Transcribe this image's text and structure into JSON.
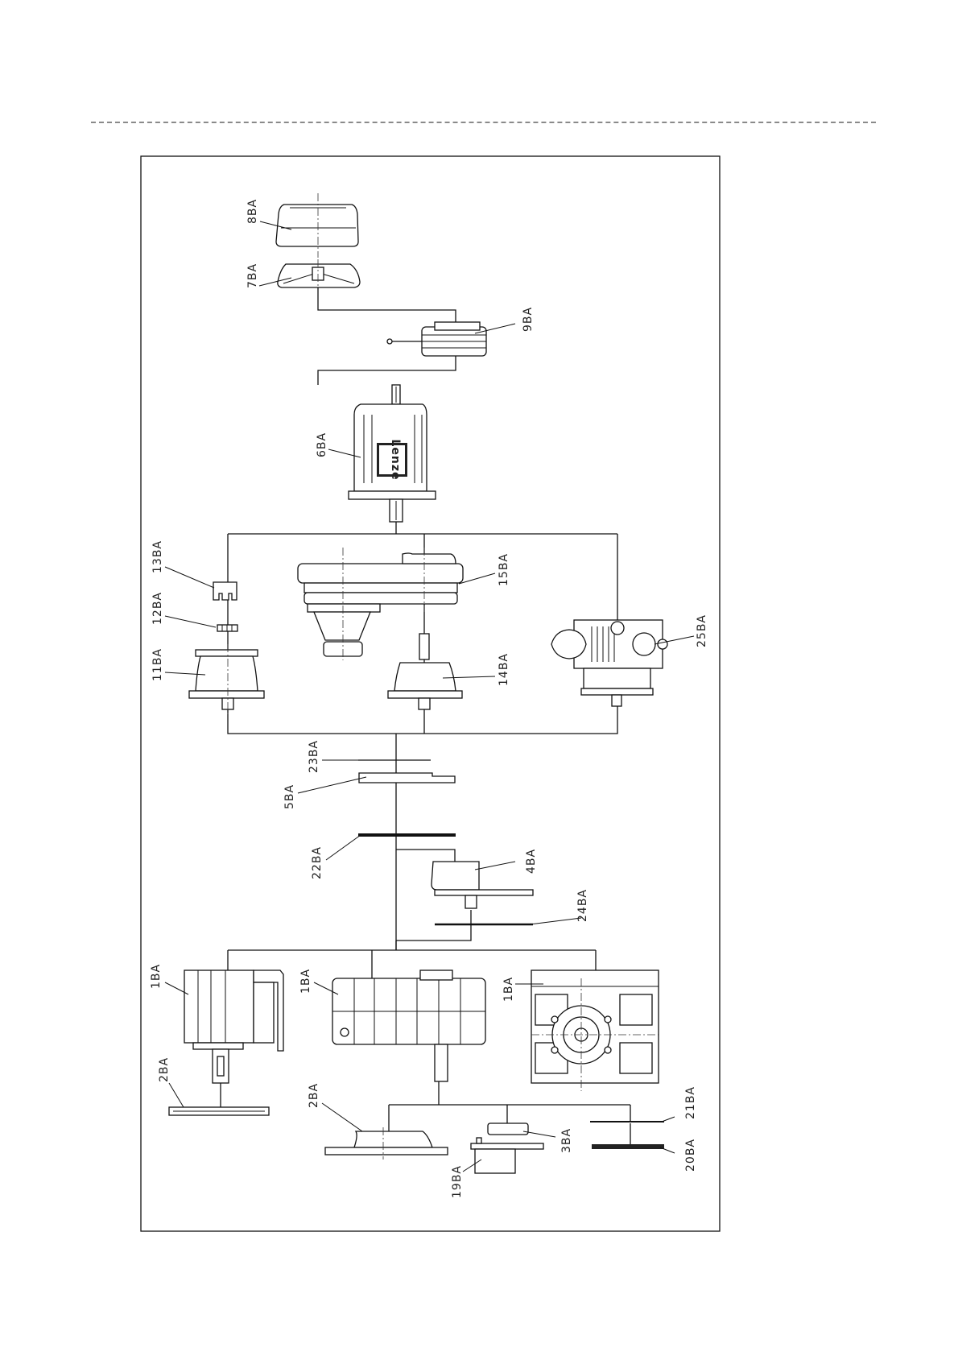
{
  "labels": {
    "p8": "8BA",
    "p7": "7BA",
    "p9": "9BA",
    "p6": "6BA",
    "p13": "13BA",
    "p12": "12BA",
    "p11": "11BA",
    "p15": "15BA",
    "p14": "14BA",
    "p25": "25BA",
    "p23": "23BA",
    "p5": "5BA",
    "p22": "22BA",
    "p4": "4BA",
    "p24": "24BA",
    "p1a": "1BA",
    "p1b": "1BA",
    "p1c": "1BA",
    "p2a": "2BA",
    "p2b": "2BA",
    "p3": "3BA",
    "p19": "19BA",
    "p21": "21BA",
    "p20": "20BA"
  },
  "brand_badge": "Lenze"
}
